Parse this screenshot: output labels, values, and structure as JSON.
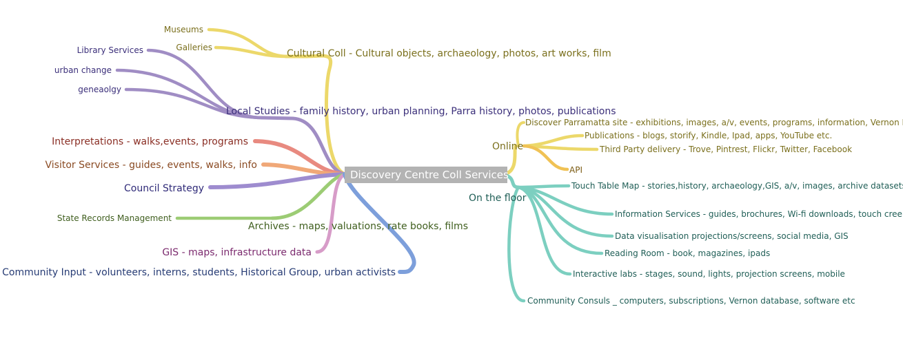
{
  "central": {
    "label": "Discovery Centre Coll Services"
  },
  "palette": {
    "yellow": "#ecd86a",
    "purple": "#a08dc4",
    "red": "#e88a80",
    "orange": "#f0a878",
    "violet": "#9e8ccf",
    "green": "#9ccc74",
    "pink": "#d79cc8",
    "blue": "#7d9fdb",
    "amber": "#f0c255",
    "teal": "#7ccfc0"
  },
  "left": {
    "cultural": {
      "label": "Cultural Coll - Cultural objects, archaeology, photos, art works, film",
      "children": [
        "Museums",
        "Galleries"
      ]
    },
    "local_studies": {
      "label": "Local Studies - family history, urban planning, Parra history, photos, publications",
      "children": [
        "Library Services",
        "urban change",
        "geneaolgy"
      ]
    },
    "interpretations": {
      "label": "Interpretations - walks,events, programs"
    },
    "visitor": {
      "label": "Visitor Services - guides, events, walks, info"
    },
    "council": {
      "label": "Council Strategy"
    },
    "archives": {
      "label": "Archives - maps, valuations, rate books, films",
      "children": [
        "State Records Management"
      ]
    },
    "gis": {
      "label": "GIS - maps, infrastructure data"
    },
    "community": {
      "label": "Community Input - volunteers, interns, students, Historical Group, urban activists"
    }
  },
  "right": {
    "online": {
      "label": "Online",
      "children": [
        "Discover Parramatta site - exhibitions, images, a/v, events, programs, information, Vernon Bro",
        "Publications - blogs, storify, Kindle, Ipad, apps, YouTube etc.",
        "Third Party delivery - Trove, Pintrest, Flickr, Twitter, Facebook",
        "API"
      ]
    },
    "floor": {
      "label": "On the floor",
      "children": [
        "Touch Table Map - stories,history, archaeology,GIS, a/v, images, archive datasets, s",
        "Information Services - guides, brochures, Wi-fi downloads, touch creens",
        "Data visualisation projections/screens, social media, GIS",
        "Reading Room - book, magazines, ipads",
        "Interactive labs - stages, sound, lights, projection screens, mobile",
        "Community Consuls _ computers, subscriptions, Vernon database, software etc"
      ]
    }
  }
}
